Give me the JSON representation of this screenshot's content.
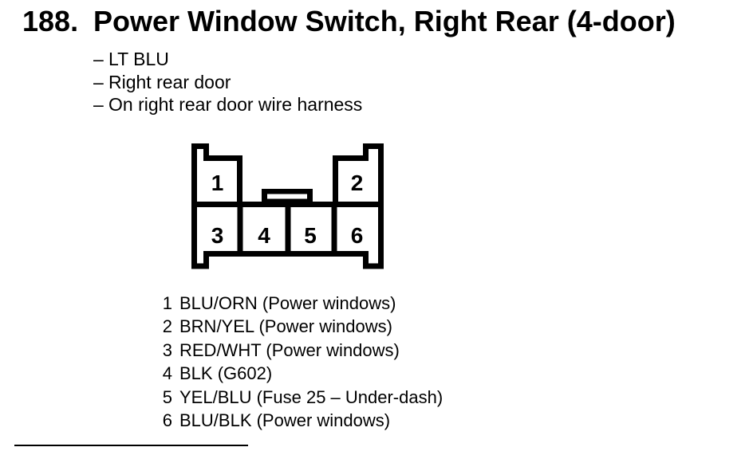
{
  "header": {
    "number": "188.",
    "title": "Power Window Switch, Right Rear (4-door)"
  },
  "notes": {
    "bullet": "–",
    "items": [
      "LT BLU",
      "Right rear door",
      "On right rear door wire harness"
    ]
  },
  "connector": {
    "pins": [
      "1",
      "2",
      "3",
      "4",
      "5",
      "6"
    ]
  },
  "legend": {
    "rows": [
      {
        "pin": "1",
        "label": "BLU/ORN (Power windows)"
      },
      {
        "pin": "2",
        "label": "BRN/YEL (Power windows)"
      },
      {
        "pin": "3",
        "label": "RED/WHT (Power windows)"
      },
      {
        "pin": "4",
        "label": "BLK (G602)"
      },
      {
        "pin": "5",
        "label": "YEL/BLU (Fuse 25 – Under-dash)"
      },
      {
        "pin": "6",
        "label": "BLU/BLK (Power windows)"
      }
    ]
  },
  "colors": {
    "ink": "#000000",
    "paper": "#ffffff"
  }
}
